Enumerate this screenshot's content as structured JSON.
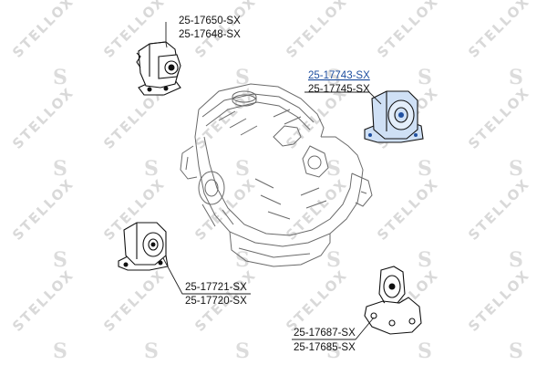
{
  "watermark": {
    "brand": "STELLOX",
    "mark": "S"
  },
  "parts": [
    {
      "id": "mount-top-left",
      "labels": [
        "25-17650-SX",
        "25-17648-SX"
      ]
    },
    {
      "id": "mount-top-right",
      "labels": [
        "25-17743-SX",
        "25-17745-SX"
      ],
      "highlight": true,
      "highlight_color": "#1f4fa0",
      "fill_color": "#cfe0f5"
    },
    {
      "id": "mount-mid-left",
      "labels": [
        "25-17721-SX",
        "25-17720-SX"
      ]
    },
    {
      "id": "mount-bottom",
      "labels": [
        "25-17687-SX",
        "25-17685-SX"
      ]
    }
  ]
}
